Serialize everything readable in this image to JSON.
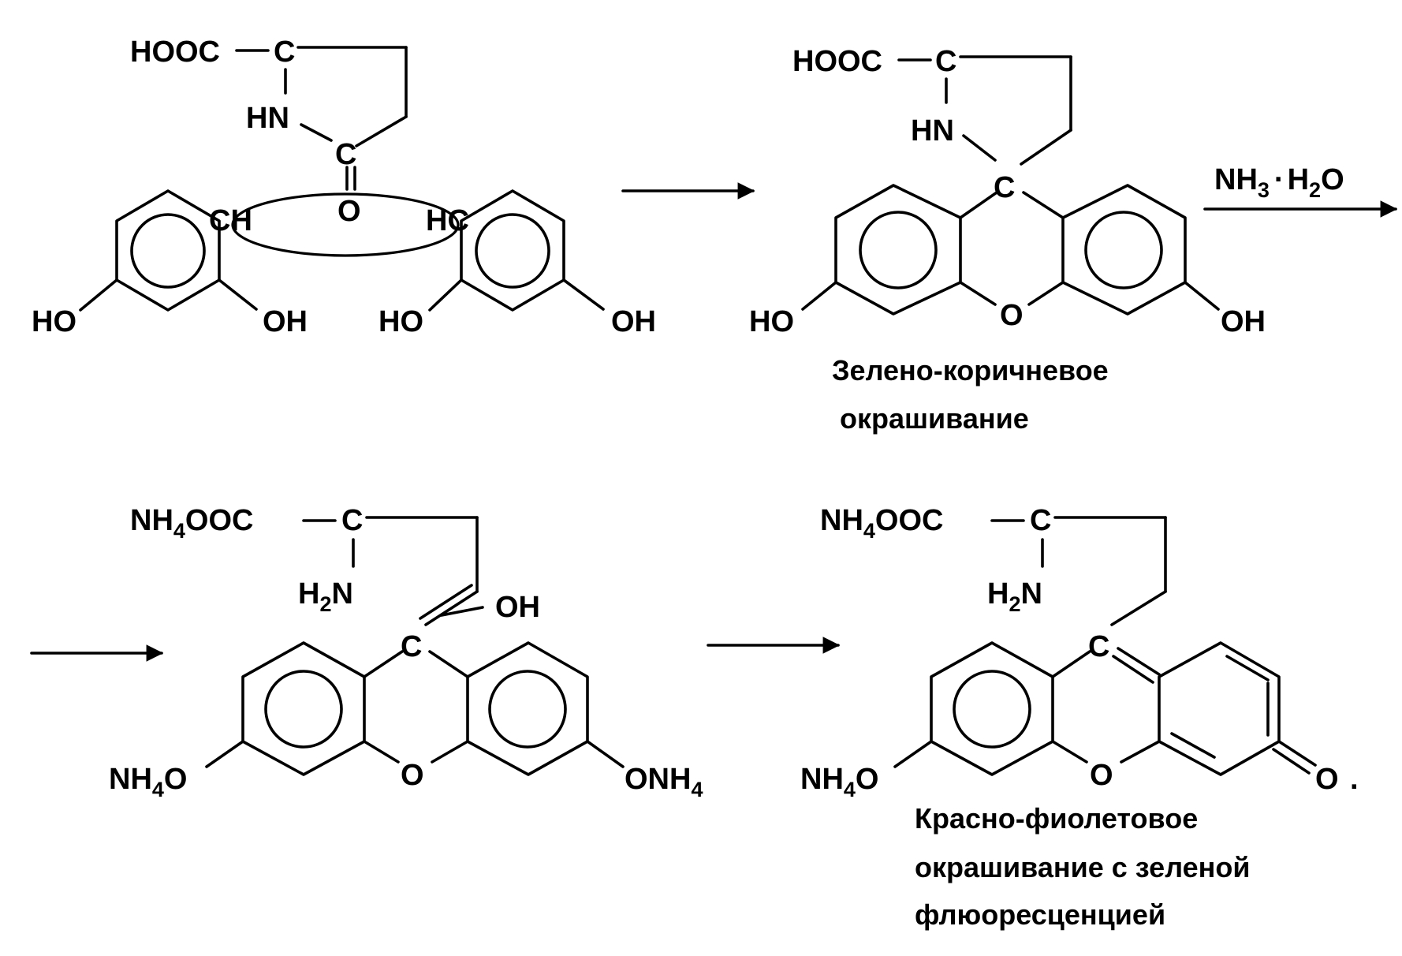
{
  "scheme": {
    "reagent_label": "NH",
    "reagent_sub": "3",
    "reagent_dot": "·",
    "reagent_water": "H",
    "reagent_water_sub": "2",
    "reagent_water_end": "O",
    "end_period": "."
  },
  "labels": {
    "hooc": "HOOC",
    "c": "C",
    "hn": "HN",
    "o": "O",
    "oh": "OH",
    "ho": "HO",
    "hc": "HC",
    "ch": "CH",
    "nh": "NH",
    "four": "4",
    "ooc": "OOC",
    "h": "H",
    "two": "2",
    "n": "N",
    "onh": "ONH"
  },
  "captions": {
    "intermediate_line1": "Зелено-коричневое",
    "intermediate_line2": "окрашивание",
    "product_line1": "Красно-фиолетовое",
    "product_line2": "окрашивание с зеленой",
    "product_line3": "флюоресценцией"
  }
}
